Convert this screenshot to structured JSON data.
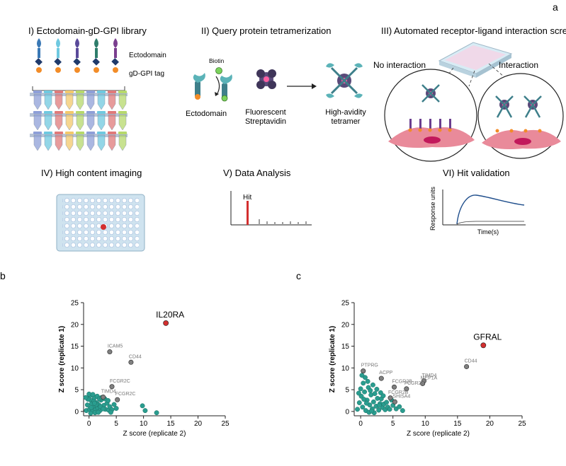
{
  "panel_labels": {
    "a": "a",
    "b": "b",
    "c": "c"
  },
  "steps": {
    "s1": {
      "title": "I) Ectodomain-gD-GPI library",
      "legend_ecto": "Ectodomain",
      "legend_tag": "gD-GPI tag",
      "tube_colors": [
        "#8e9fd8",
        "#6fc9e0",
        "#e07a7a",
        "#f3c96b",
        "#b6d96b",
        "#8e9fd8",
        "#6fc9e0",
        "#e07a7a",
        "#b6d96b"
      ]
    },
    "s2": {
      "title": "II) Query protein tetramerization",
      "biotin": "Biotin",
      "ectodomain": "Ectodomain",
      "streptavidin_l1": "Fluorescent",
      "streptavidin_l2": "Streptavidin",
      "tetramer_l1": "High-avidity",
      "tetramer_l2": "tetramer"
    },
    "s3": {
      "title": "III) Automated receptor-ligand interaction screen",
      "no_interaction": "No interaction",
      "interaction": "Interaction"
    },
    "s4": {
      "title": "IV) High content imaging"
    },
    "s5": {
      "title": "V) Data Analysis",
      "hit": "Hit"
    },
    "s6": {
      "title": "VI) Hit validation",
      "ylabel": "Response units",
      "xlabel": "Time(s)"
    }
  },
  "colors": {
    "hit": "#d32f2f",
    "cluster": "#2a9d8f",
    "labeled_point": "#808080",
    "curve": "#1f4e8c"
  },
  "chart_data": [
    {
      "type": "scatter",
      "xlabel": "Z score (replicate 2)",
      "ylabel": "Z score (replicate 1)",
      "xlim": [
        -1,
        25
      ],
      "ylim": [
        -1,
        25
      ],
      "xticks": [
        0,
        5,
        10,
        15,
        20,
        25
      ],
      "yticks": [
        0,
        5,
        10,
        15,
        20,
        25
      ],
      "hit": {
        "label": "IL20RA",
        "x": 14.1,
        "y": 20.3
      },
      "labeled_points": [
        {
          "label": "ICAM5",
          "x": 3.8,
          "y": 13.7
        },
        {
          "label": "CD44",
          "x": 7.7,
          "y": 11.3
        },
        {
          "label": "FCGR2C",
          "x": 4.2,
          "y": 5.7
        },
        {
          "label": "TIMD4",
          "x": 2.6,
          "y": 3.3
        },
        {
          "label": "FCGR2C",
          "x": 5.2,
          "y": 2.7
        }
      ],
      "cluster_points": [
        [
          -0.5,
          0.2
        ],
        [
          -0.3,
          1.5
        ],
        [
          0.1,
          0.5
        ],
        [
          0.4,
          2.5
        ],
        [
          0.6,
          0.1
        ],
        [
          0.8,
          1.2
        ],
        [
          1,
          3.1
        ],
        [
          1.2,
          0.4
        ],
        [
          1.4,
          2
        ],
        [
          1.6,
          0.8
        ],
        [
          1.8,
          1.5
        ],
        [
          2,
          0.2
        ],
        [
          2.2,
          2.6
        ],
        [
          2.4,
          0.9
        ],
        [
          0.2,
          3.6
        ],
        [
          -0.2,
          2.8
        ],
        [
          0.5,
          1.8
        ],
        [
          1.1,
          -0.3
        ],
        [
          1.5,
          3.5
        ],
        [
          2.7,
          1.4
        ],
        [
          3,
          0.5
        ],
        [
          3.3,
          1.9
        ],
        [
          3.6,
          0.3
        ],
        [
          2.9,
          2.9
        ],
        [
          0.3,
          -0.4
        ],
        [
          0.9,
          2.3
        ],
        [
          1.7,
          -0.2
        ],
        [
          2.1,
          1.1
        ],
        [
          2.6,
          0.6
        ],
        [
          3.8,
          1.1
        ],
        [
          4.2,
          0.4
        ],
        [
          4.6,
          1.6
        ],
        [
          5,
          0.7
        ],
        [
          9.8,
          1.3
        ],
        [
          10.3,
          0.2
        ],
        [
          12.4,
          -0.3
        ],
        [
          -0.6,
          3.2
        ],
        [
          0,
          4
        ],
        [
          0.7,
          3.9
        ],
        [
          1.3,
          1.6
        ],
        [
          1.9,
          2.9
        ],
        [
          2.3,
          3.2
        ],
        [
          0.4,
          0.9
        ],
        [
          1,
          1.9
        ],
        [
          3.5,
          2.5
        ],
        [
          4,
          -0.2
        ]
      ]
    },
    {
      "type": "scatter",
      "xlabel": "Z score (replicate 2)",
      "ylabel": "Z score (replicate 1)",
      "xlim": [
        -1,
        25
      ],
      "ylim": [
        -1,
        25
      ],
      "xticks": [
        0,
        5,
        10,
        15,
        20,
        25
      ],
      "yticks": [
        0,
        5,
        10,
        15,
        20,
        25
      ],
      "hit": {
        "label": "GFRAL",
        "x": 19,
        "y": 15.2
      },
      "labeled_points": [
        {
          "label": "CD44",
          "x": 16.4,
          "y": 10.3
        },
        {
          "label": "PTPRG",
          "x": 0.4,
          "y": 9.3
        },
        {
          "label": "ACPP",
          "x": 3.2,
          "y": 7.6
        },
        {
          "label": "TIMD4",
          "x": 9.8,
          "y": 7
        },
        {
          "label": "MEP1A",
          "x": 9.6,
          "y": 6.4
        },
        {
          "label": "FCGR2B",
          "x": 5.2,
          "y": 5.6
        },
        {
          "label": "FCGR2C",
          "x": 7.1,
          "y": 5.2
        },
        {
          "label": "FCGR2B",
          "x": 4.6,
          "y": 3.1
        },
        {
          "label": "SHISA4",
          "x": 5.3,
          "y": 2.2
        }
      ],
      "cluster_points": [
        [
          -0.5,
          0.5
        ],
        [
          -0.2,
          2
        ],
        [
          0.1,
          3.5
        ],
        [
          0.3,
          1
        ],
        [
          0.6,
          4.5
        ],
        [
          0.8,
          0.2
        ],
        [
          1,
          2.6
        ],
        [
          1.2,
          5.5
        ],
        [
          1.4,
          1.5
        ],
        [
          1.6,
          3.8
        ],
        [
          1.8,
          0.6
        ],
        [
          2,
          2.2
        ],
        [
          2.2,
          4.1
        ],
        [
          2.4,
          1.2
        ],
        [
          2.6,
          3
        ],
        [
          2.8,
          0.3
        ],
        [
          3,
          1.8
        ],
        [
          3.2,
          2.9
        ],
        [
          3.4,
          0.9
        ],
        [
          3.6,
          1.7
        ],
        [
          3.8,
          0.4
        ],
        [
          4,
          2.1
        ],
        [
          4.2,
          1
        ],
        [
          4.5,
          0.5
        ],
        [
          0.4,
          6.5
        ],
        [
          0,
          5.2
        ],
        [
          0.7,
          7.8
        ],
        [
          1.1,
          6.9
        ],
        [
          -0.3,
          4.2
        ],
        [
          0.9,
          1.9
        ],
        [
          1.5,
          4.8
        ],
        [
          2.5,
          5.1
        ],
        [
          1.9,
          6.1
        ],
        [
          5,
          1.4
        ],
        [
          5.5,
          0.6
        ],
        [
          6,
          1.1
        ],
        [
          6.5,
          0.2
        ],
        [
          2.1,
          -0.3
        ],
        [
          1.3,
          -0.2
        ],
        [
          3.1,
          4.3
        ],
        [
          0.2,
          8.3
        ],
        [
          0.5,
          2.8
        ],
        [
          1.7,
          0.1
        ],
        [
          2.9,
          1.4
        ],
        [
          4.8,
          2.6
        ],
        [
          3.5,
          3.6
        ]
      ]
    }
  ]
}
